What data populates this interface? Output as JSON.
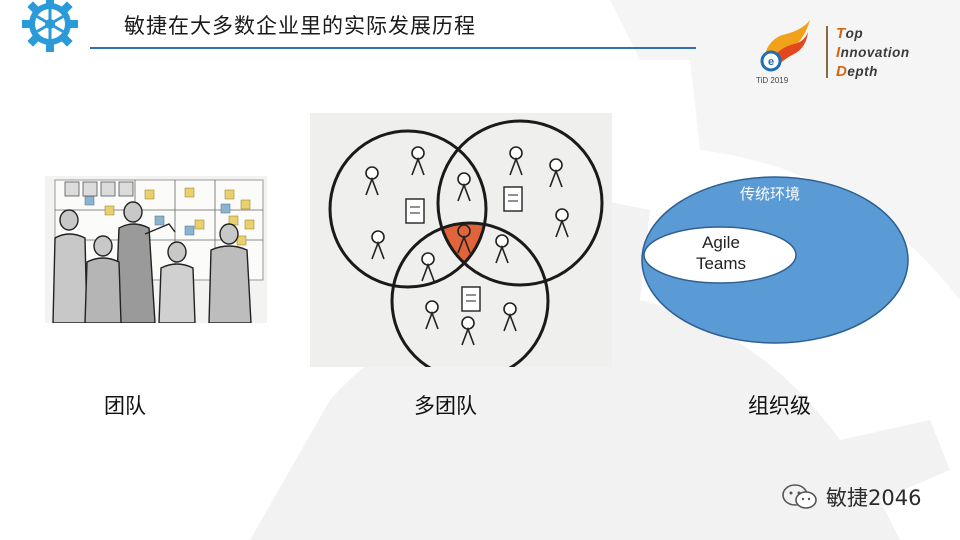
{
  "slide": {
    "title": "敏捷在大多数企业里的实际发展历程"
  },
  "logo": {
    "year": "TiD 2019",
    "words": [
      {
        "first": "T",
        "rest": "op"
      },
      {
        "first": "I",
        "rest": "nnovation"
      },
      {
        "first": "D",
        "rest": "epth"
      }
    ]
  },
  "stages": {
    "team": {
      "caption": "团队"
    },
    "multi": {
      "caption": "多团队"
    },
    "org": {
      "caption": "组织级",
      "outer_label": "传统环境",
      "inner_label_line1": "Agile",
      "inner_label_line2": "Teams"
    }
  },
  "watermark": {
    "text": "敏捷2046",
    "icon": "wechat-icon"
  },
  "colors": {
    "title_rule": "#2f6fb5",
    "header_gear": "#2a9ad8",
    "org_outer": "#5b9bd5",
    "org_outer_stroke": "#2e5f93",
    "venn_overlap": "#e0633a",
    "logo_accent": "#d4650f"
  }
}
